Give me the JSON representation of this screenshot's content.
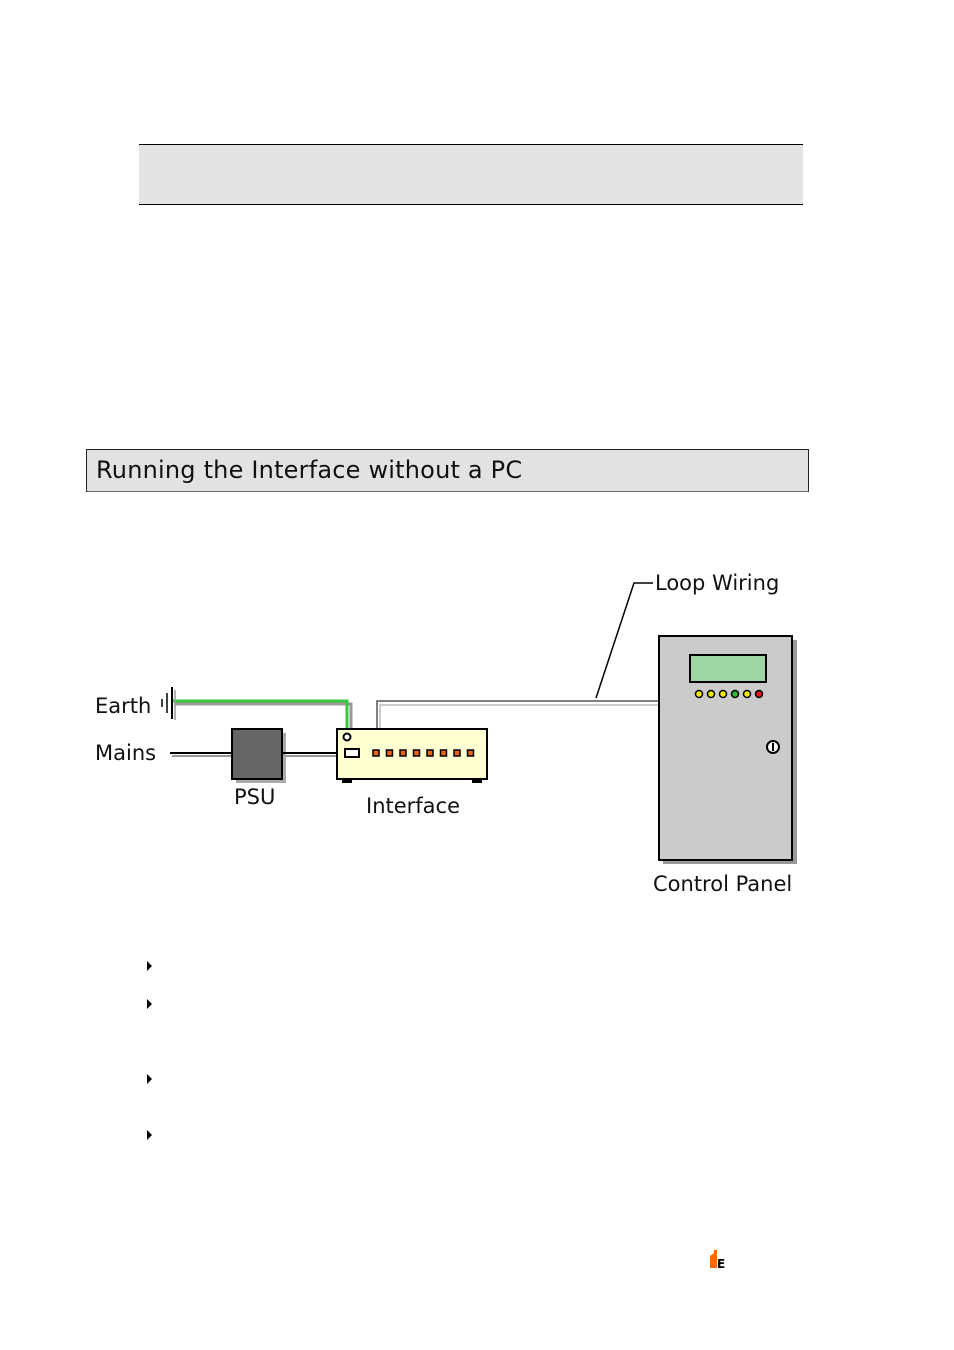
{
  "section": {
    "heading": "Running the Interface without a PC"
  },
  "diagram": {
    "labels": {
      "earth": "Earth",
      "mains": "Mains",
      "psu": "PSU",
      "interface": "Interface",
      "loop_wiring": "Loop Wiring",
      "control_panel": "Control Panel"
    },
    "colors": {
      "earth_wire": "#3cc83c",
      "psu_fill": "#666666",
      "interface_fill": "#ffffd2",
      "interface_port": "#e8620a",
      "panel_fill": "#cbcbcb",
      "panel_display": "#9fd5a4",
      "led_colors": [
        "#f2e600",
        "#f2e600",
        "#f2e600",
        "#2fb52f",
        "#f2e600",
        "#e21a1a"
      ]
    },
    "interface_port_count": 8
  },
  "bullets": {
    "count": 4
  },
  "footer": {
    "logo_letter": "E",
    "logo_color": "#ff6a00"
  }
}
